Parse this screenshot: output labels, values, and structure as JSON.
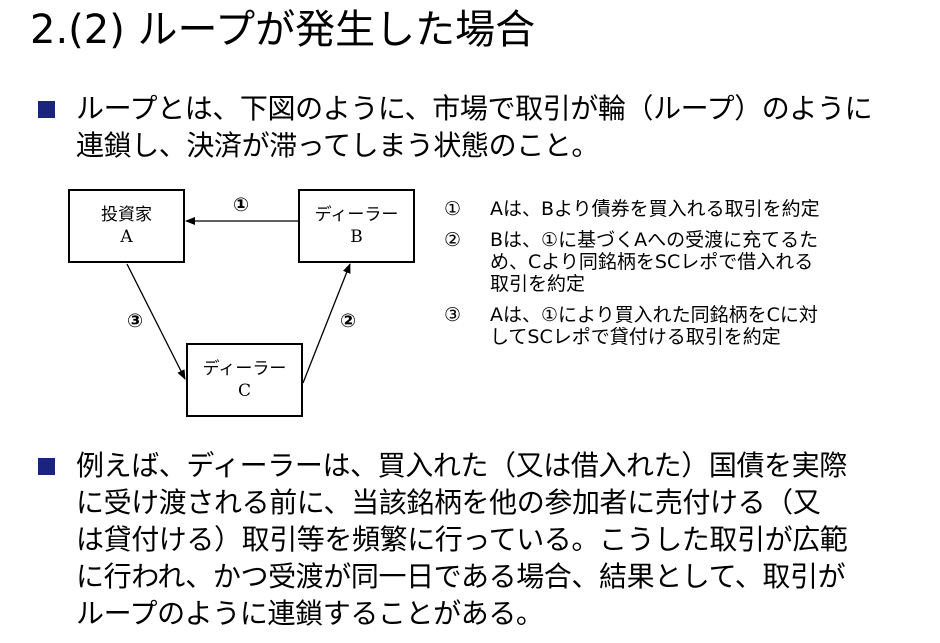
{
  "title": "2.(2) ループが発生した場合",
  "intro": {
    "lines": [
      "ループとは、下図のように、市場で取引が輪（ループ）のように",
      "連鎖し、決済が滞ってしまう状態のこと。"
    ]
  },
  "diagram": {
    "nodes": {
      "a": {
        "name": "投資家",
        "letter": "A"
      },
      "b": {
        "name": "ディーラー",
        "letter": "B"
      },
      "c": {
        "name": "ディーラー",
        "letter": "C"
      }
    },
    "edges": [
      {
        "from": "B",
        "to": "A",
        "label": "①"
      },
      {
        "from": "C",
        "to": "B",
        "label": "②"
      },
      {
        "from": "A",
        "to": "C",
        "label": "③"
      }
    ]
  },
  "steps": [
    {
      "num": "①",
      "lines": [
        "Aは、Bより債券を買入れる取引を約定"
      ]
    },
    {
      "num": "②",
      "lines": [
        "Bは、①に基づくAへの受渡に充てるた",
        "め、Cより同銘柄をSCレポで借入れる",
        "取引を約定"
      ]
    },
    {
      "num": "③",
      "lines": [
        "Aは、①により買入れた同銘柄をCに対",
        "してSCレポで貸付ける取引を約定"
      ]
    }
  ],
  "example": {
    "lines": [
      "例えば、ディーラーは、買入れた（又は借入れた）国債を実際",
      "に受け渡される前に、当該銘柄を他の参加者に売付ける（又",
      "は貸付ける）取引等を頻繁に行っている。こうした取引が広範",
      "に行われ、かつ受渡が同一日である場合、結果として、取引が",
      "ループのように連鎖することがある。"
    ]
  },
  "colors": {
    "bullet": "#1a237e",
    "text": "#000000",
    "background": "#ffffff"
  }
}
